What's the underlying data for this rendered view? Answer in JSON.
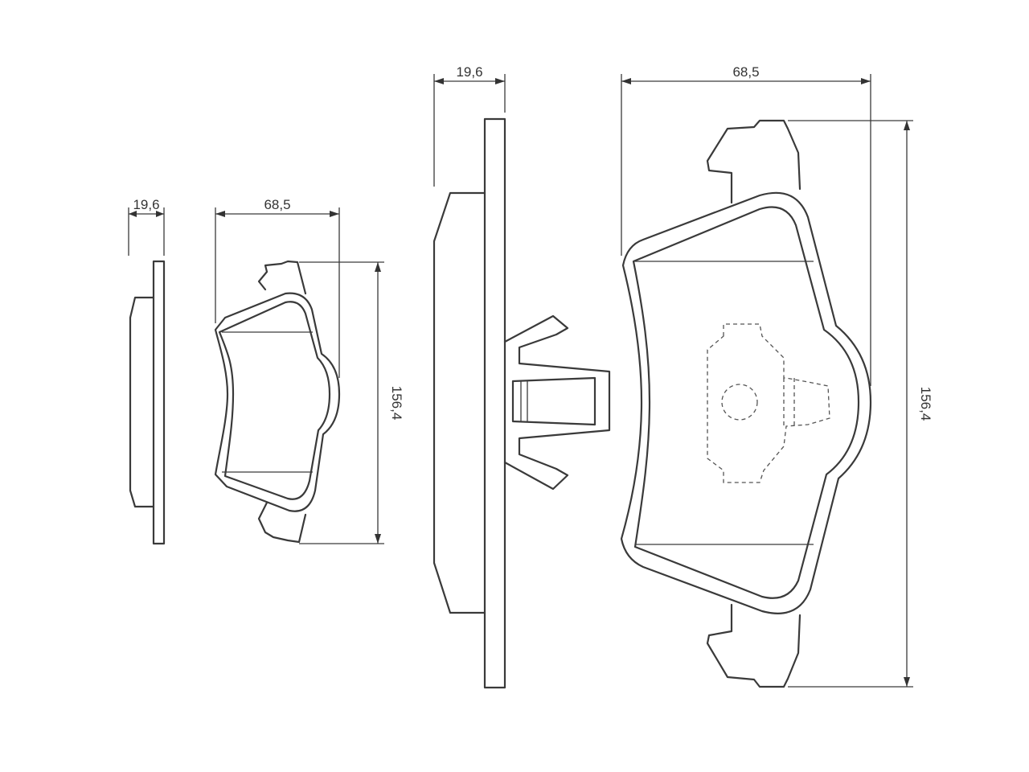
{
  "diagram": {
    "small_view": {
      "thickness_label": "19,6",
      "width_label": "68,5",
      "height_label": "156,4"
    },
    "large_view": {
      "thickness_label": "19,6",
      "width_label": "68,5",
      "height_label": "156,4"
    },
    "colors": {
      "line": "#3a3a3a",
      "background": "#ffffff"
    }
  }
}
